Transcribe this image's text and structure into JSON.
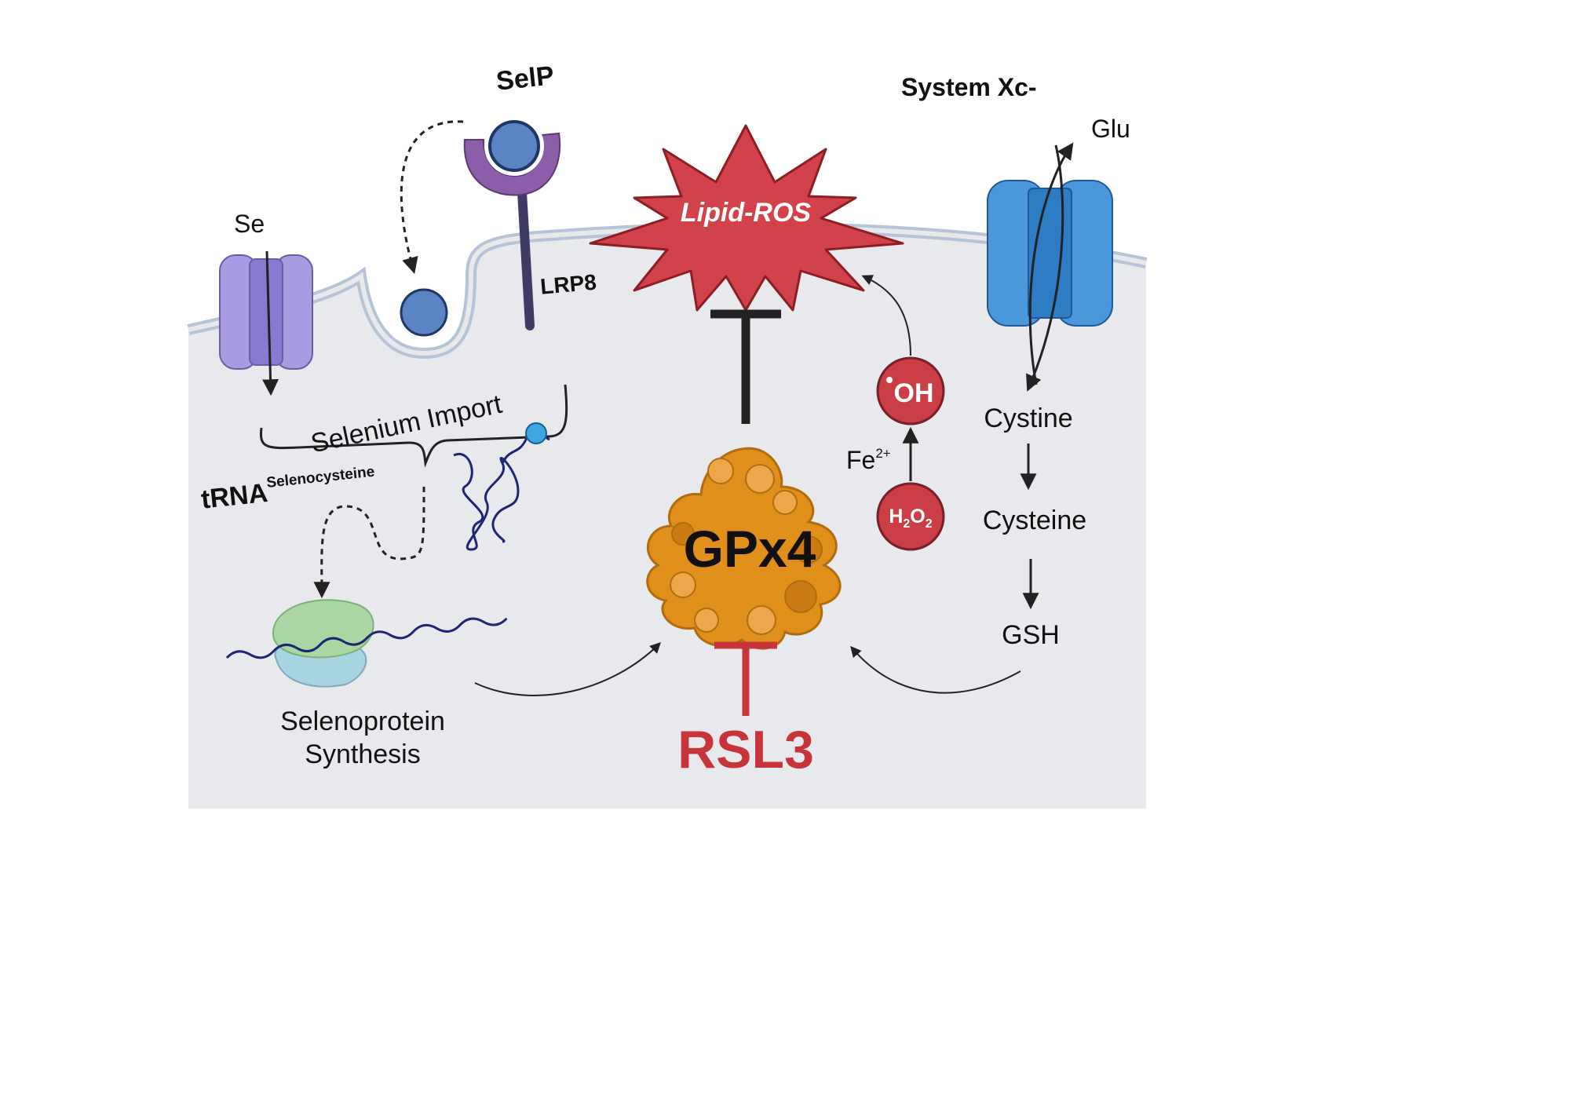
{
  "labels": {
    "selp": "SelP",
    "system_xc": "System Xc-",
    "glu": "Glu",
    "se": "Se",
    "lrp8": "LRP8",
    "lipid_ros": "Lipid-ROS",
    "selenium_import": "Selenium Import",
    "trna_base": "tRNA",
    "trna_super": "Selenocysteine",
    "cystine": "Cystine",
    "cysteine": "Cysteine",
    "gsh": "GSH",
    "oh": "OH",
    "fe_base": "Fe",
    "fe_super": "2+",
    "h2o2_h": "H",
    "h2o2_sub1": "2",
    "h2o2_o": "O",
    "h2o2_sub2": "2",
    "gpx4": "GPx4",
    "rsl3": "RSL3",
    "synthesis_line1": "Selenoprotein",
    "synthesis_line2": "Synthesis"
  },
  "colors": {
    "cell_fill": "#e8e9ed",
    "membrane": "#b6c4d8",
    "se_channel": "#a99be0",
    "lrp8": "#8c5da8",
    "selp_ball": "#5b84c4",
    "xc_transporter": "#4a97dc",
    "ros_star": "#d2424a",
    "radical": "#cc3e45",
    "gpx4": "#e08f1b",
    "rsl3": "#c7343a",
    "ribosome_top": "#a9d6a2",
    "ribosome_bottom": "#a8d4e2",
    "rna": "#1c2674"
  }
}
